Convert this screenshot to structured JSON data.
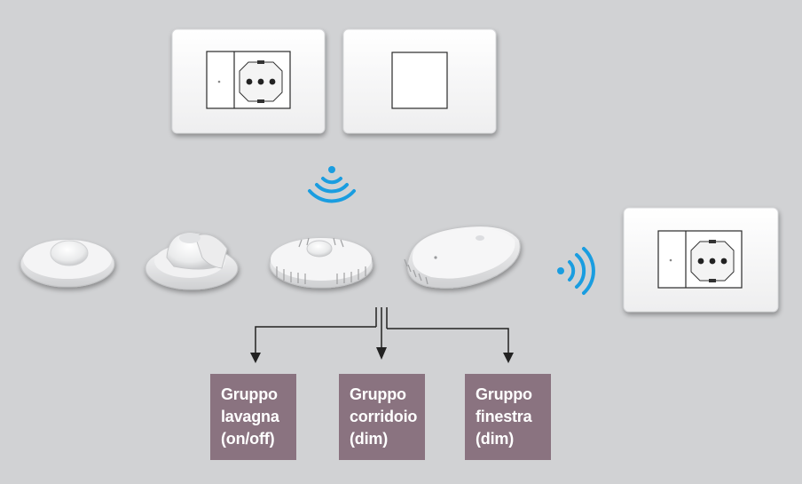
{
  "groups": [
    {
      "line1": "Gruppo",
      "line2": "lavagna",
      "line3": "(on/off)"
    },
    {
      "line1": "Gruppo",
      "line2": "corridoio",
      "line3": "(dim)"
    },
    {
      "line1": "Gruppo",
      "line2": "finestra",
      "line3": "(dim)"
    }
  ],
  "colors": {
    "background": "#d1d2d4",
    "group_box": "#8a7380",
    "wireless_waves": "#1a9de0",
    "plate": "#ffffff",
    "arrow": "#222222"
  },
  "icons": {
    "wireless_top": "wifi-waves-icon",
    "wireless_right": "wifi-waves-icon"
  }
}
